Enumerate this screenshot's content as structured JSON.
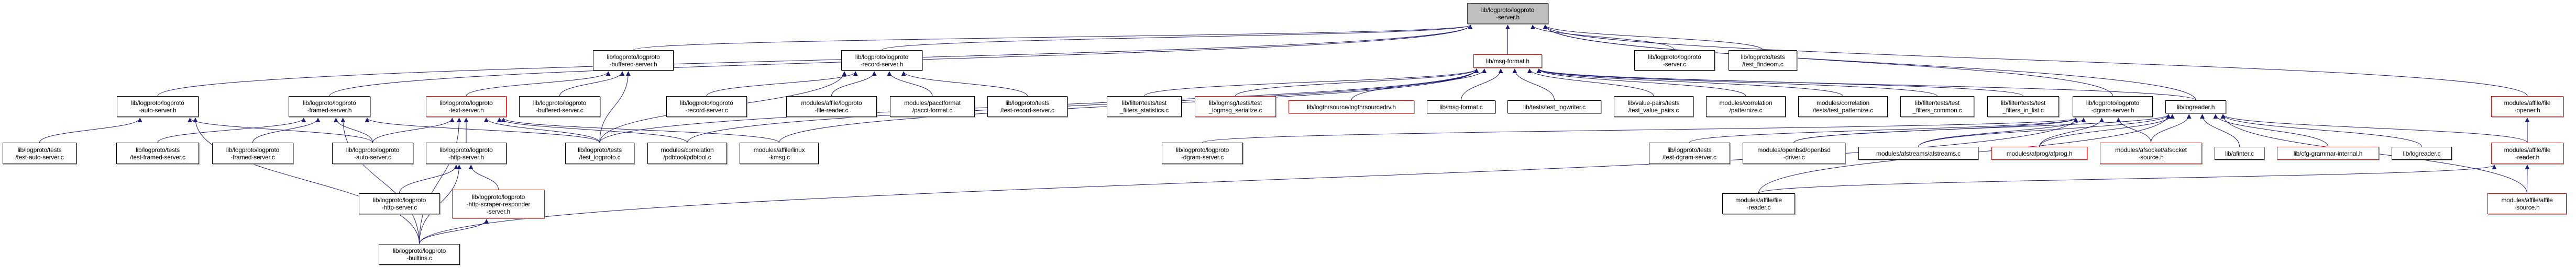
{
  "graph": {
    "title": "lib/logproto/logproto-server.h included-by graph",
    "colors": {
      "edge": "#191970",
      "focus_fill": "#bfbfbf",
      "normal_border": "#000000",
      "truncated_border": "#ff0000"
    },
    "nodes": [
      {
        "id": "server_h",
        "kind": "focus",
        "lines": [
          "lib/logproto/logproto",
          "-server.h"
        ]
      },
      {
        "id": "buffered_h",
        "kind": "normal",
        "lines": [
          "lib/logproto/logproto",
          "-buffered-server.h"
        ]
      },
      {
        "id": "record_h",
        "kind": "normal",
        "lines": [
          "lib/logproto/logproto",
          "-record-server.h"
        ]
      },
      {
        "id": "msgformat_h",
        "kind": "truncated",
        "lines": [
          "lib/msg-format.h"
        ]
      },
      {
        "id": "server_c",
        "kind": "normal",
        "lines": [
          "lib/logproto/logproto",
          "-server.c"
        ]
      },
      {
        "id": "findeom",
        "kind": "normal",
        "lines": [
          "lib/logproto/tests",
          "/test_findeom.c"
        ]
      },
      {
        "id": "auto_h",
        "kind": "normal",
        "lines": [
          "lib/logproto/logproto",
          "-auto-server.h"
        ]
      },
      {
        "id": "framed_h",
        "kind": "normal",
        "lines": [
          "lib/logproto/logproto",
          "-framed-server.h"
        ]
      },
      {
        "id": "text_h",
        "kind": "truncated",
        "lines": [
          "lib/logproto/logproto",
          "-text-server.h"
        ]
      },
      {
        "id": "buffered_c",
        "kind": "normal",
        "lines": [
          "lib/logproto/logproto",
          "-buffered-server.c"
        ]
      },
      {
        "id": "record_c",
        "kind": "normal",
        "lines": [
          "lib/logproto/logproto",
          "-record-server.c"
        ]
      },
      {
        "id": "lp_file_reader_c",
        "kind": "normal",
        "lines": [
          "modules/affile/logproto",
          "-file-reader.c"
        ]
      },
      {
        "id": "pacct",
        "kind": "normal",
        "lines": [
          "modules/pacctformat",
          "/pacct-format.c"
        ]
      },
      {
        "id": "test_record",
        "kind": "normal",
        "lines": [
          "lib/logproto/tests",
          "/test-record-server.c"
        ]
      },
      {
        "id": "tf_stats",
        "kind": "normal",
        "lines": [
          "lib/filter/tests/test",
          "_filters_statistics.c"
        ]
      },
      {
        "id": "logmsg_ser",
        "kind": "truncated",
        "lines": [
          "lib/logmsg/tests/test",
          "_logmsg_serialize.c"
        ]
      },
      {
        "id": "logthrsrc",
        "kind": "truncated",
        "lines": [
          "lib/logthrsource/logthrsourcedrv.h"
        ]
      },
      {
        "id": "msgformat_c",
        "kind": "normal",
        "lines": [
          "lib/msg-format.c"
        ]
      },
      {
        "id": "test_logwriter",
        "kind": "normal",
        "lines": [
          "lib/tests/test_logwriter.c"
        ]
      },
      {
        "id": "value_pairs",
        "kind": "normal",
        "lines": [
          "lib/value-pairs/tests",
          "/test_value_pairs.c"
        ]
      },
      {
        "id": "patternize",
        "kind": "normal",
        "lines": [
          "modules/correlation",
          "/patternize.c"
        ]
      },
      {
        "id": "test_patternize",
        "kind": "normal",
        "lines": [
          "modules/correlation",
          "/tests/test_patternize.c"
        ]
      },
      {
        "id": "tf_common",
        "kind": "normal",
        "lines": [
          "lib/filter/tests/test",
          "_filters_common.c"
        ]
      },
      {
        "id": "tf_inlist",
        "kind": "normal",
        "lines": [
          "lib/filter/tests/test",
          "_filters_in_list.c"
        ]
      },
      {
        "id": "dgram_h",
        "kind": "normal",
        "lines": [
          "lib/logproto/logproto",
          "-dgram-server.h"
        ]
      },
      {
        "id": "logreader_h",
        "kind": "normal",
        "lines": [
          "lib/logreader.h"
        ]
      },
      {
        "id": "file_opener",
        "kind": "truncated",
        "lines": [
          "modules/affile/file",
          "-opener.h"
        ]
      },
      {
        "id": "test_auto",
        "kind": "normal",
        "lines": [
          "lib/logproto/tests",
          "/test-auto-server.c"
        ]
      },
      {
        "id": "test_framed",
        "kind": "normal",
        "lines": [
          "lib/logproto/tests",
          "/test-framed-server.c"
        ]
      },
      {
        "id": "framed_c",
        "kind": "normal",
        "lines": [
          "lib/logproto/logproto",
          "-framed-server.c"
        ]
      },
      {
        "id": "auto_c",
        "kind": "normal",
        "lines": [
          "lib/logproto/logproto",
          "-auto-server.c"
        ]
      },
      {
        "id": "http_h",
        "kind": "normal",
        "lines": [
          "lib/logproto/logproto",
          "-http-server.h"
        ]
      },
      {
        "id": "test_logproto",
        "kind": "normal",
        "lines": [
          "lib/logproto/tests",
          "/test_logproto.c"
        ]
      },
      {
        "id": "pdbtool",
        "kind": "normal",
        "lines": [
          "modules/correlation",
          "/pdbtool/pdbtool.c"
        ]
      },
      {
        "id": "kmsg",
        "kind": "normal",
        "lines": [
          "modules/affile/linux",
          "-kmsg.c"
        ]
      },
      {
        "id": "dgram_c",
        "kind": "normal",
        "lines": [
          "lib/logproto/logproto",
          "-dgram-server.c"
        ]
      },
      {
        "id": "test_dgram",
        "kind": "normal",
        "lines": [
          "lib/logproto/tests",
          "/test-dgram-server.c"
        ]
      },
      {
        "id": "openbsd",
        "kind": "normal",
        "lines": [
          "modules/openbsd/openbsd",
          "-driver.c"
        ]
      },
      {
        "id": "afstreams",
        "kind": "normal",
        "lines": [
          "modules/afstreams/afstreams.c"
        ]
      },
      {
        "id": "afprog",
        "kind": "truncated",
        "lines": [
          "modules/afprog/afprog.h"
        ]
      },
      {
        "id": "afsocket",
        "kind": "truncated",
        "lines": [
          "modules/afsocket/afsocket",
          "-source.h"
        ]
      },
      {
        "id": "afinter",
        "kind": "normal",
        "lines": [
          "lib/afinter.c"
        ]
      },
      {
        "id": "cfg_grammar",
        "kind": "truncated",
        "lines": [
          "lib/cfg-grammar-internal.h"
        ]
      },
      {
        "id": "logreader_c",
        "kind": "normal",
        "lines": [
          "lib/logreader.c"
        ]
      },
      {
        "id": "file_reader_h",
        "kind": "truncated",
        "lines": [
          "modules/affile/file",
          "-reader.h"
        ]
      },
      {
        "id": "http_c",
        "kind": "normal",
        "lines": [
          "lib/logproto/logproto",
          "-http-server.c"
        ]
      },
      {
        "id": "scraper",
        "kind": "truncated",
        "lines": [
          "lib/logproto/logproto",
          "-http-scraper-responder",
          "-server.h"
        ]
      },
      {
        "id": "file_reader_c",
        "kind": "normal",
        "lines": [
          "modules/affile/file",
          "-reader.c"
        ]
      },
      {
        "id": "affile_source",
        "kind": "truncated",
        "lines": [
          "modules/affile/affile",
          "-source.h"
        ]
      },
      {
        "id": "builtins",
        "kind": "normal",
        "lines": [
          "lib/logproto/logproto",
          "-builtins.c"
        ]
      }
    ],
    "edges": [
      [
        "auto_h",
        "server_h"
      ],
      [
        "framed_h",
        "server_h"
      ],
      [
        "buffered_h",
        "server_h"
      ],
      [
        "record_h",
        "server_h"
      ],
      [
        "msgformat_h",
        "server_h"
      ],
      [
        "server_c",
        "server_h"
      ],
      [
        "findeom",
        "server_h"
      ],
      [
        "dgram_h",
        "server_h"
      ],
      [
        "logreader_h",
        "server_h"
      ],
      [
        "file_opener",
        "server_h"
      ],
      [
        "text_h",
        "buffered_h"
      ],
      [
        "test_auto",
        "auto_h"
      ],
      [
        "auto_c",
        "auto_h"
      ],
      [
        "builtins",
        "auto_h"
      ],
      [
        "test_framed",
        "framed_h"
      ],
      [
        "framed_c",
        "framed_h"
      ],
      [
        "auto_c",
        "framed_h"
      ],
      [
        "builtins",
        "framed_h"
      ],
      [
        "test_logproto",
        "framed_h"
      ],
      [
        "buffered_c",
        "buffered_h"
      ],
      [
        "test_logproto",
        "buffered_h"
      ],
      [
        "http_h",
        "text_h"
      ],
      [
        "auto_c",
        "text_h"
      ],
      [
        "test_logproto",
        "text_h"
      ],
      [
        "pdbtool",
        "text_h"
      ],
      [
        "kmsg",
        "text_h"
      ],
      [
        "builtins",
        "text_h"
      ],
      [
        "http_c",
        "http_h"
      ],
      [
        "scraper",
        "http_h"
      ],
      [
        "builtins",
        "scraper"
      ],
      [
        "builtins",
        "http_h"
      ],
      [
        "record_c",
        "record_h"
      ],
      [
        "lp_file_reader_c",
        "record_h"
      ],
      [
        "pacct",
        "record_h"
      ],
      [
        "test_record",
        "record_h"
      ],
      [
        "test_logproto",
        "record_h"
      ],
      [
        "tf_stats",
        "msgformat_h"
      ],
      [
        "logmsg_ser",
        "msgformat_h"
      ],
      [
        "logthrsrc",
        "msgformat_h"
      ],
      [
        "msgformat_c",
        "msgformat_h"
      ],
      [
        "test_logwriter",
        "msgformat_h"
      ],
      [
        "value_pairs",
        "msgformat_h"
      ],
      [
        "patternize",
        "msgformat_h"
      ],
      [
        "test_patternize",
        "msgformat_h"
      ],
      [
        "tf_common",
        "msgformat_h"
      ],
      [
        "tf_inlist",
        "msgformat_h"
      ],
      [
        "logreader_h",
        "msgformat_h"
      ],
      [
        "pdbtool",
        "msgformat_h"
      ],
      [
        "kmsg",
        "msgformat_h"
      ],
      [
        "test_logproto",
        "msgformat_h"
      ],
      [
        "dgram_c",
        "dgram_h"
      ],
      [
        "test_dgram",
        "dgram_h"
      ],
      [
        "openbsd",
        "dgram_h"
      ],
      [
        "afstreams",
        "dgram_h"
      ],
      [
        "afprog",
        "dgram_h"
      ],
      [
        "afsocket",
        "dgram_h"
      ],
      [
        "builtins",
        "dgram_h"
      ],
      [
        "afinter",
        "logreader_h"
      ],
      [
        "cfg_grammar",
        "logreader_h"
      ],
      [
        "logreader_c",
        "logreader_h"
      ],
      [
        "file_reader_h",
        "logreader_h"
      ],
      [
        "affile_source",
        "logreader_h"
      ],
      [
        "afsocket",
        "logreader_h"
      ],
      [
        "afprog",
        "logreader_h"
      ],
      [
        "afstreams",
        "logreader_h"
      ],
      [
        "openbsd",
        "logreader_h"
      ],
      [
        "file_reader_c",
        "logreader_h"
      ],
      [
        "file_reader_h",
        "file_opener"
      ],
      [
        "affile_source",
        "file_opener"
      ],
      [
        "affile_source",
        "file_reader_h"
      ],
      [
        "file_reader_c",
        "file_reader_h"
      ]
    ]
  }
}
